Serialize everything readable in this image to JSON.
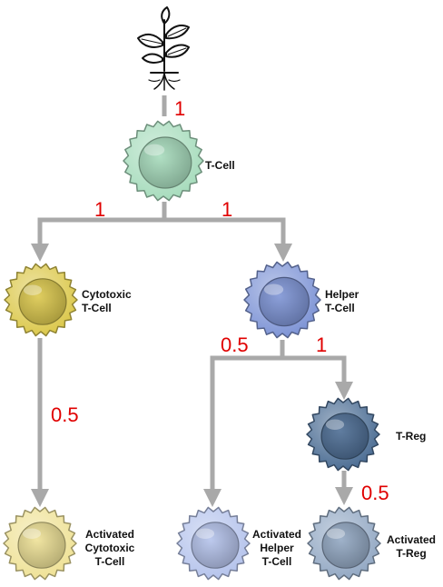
{
  "colors": {
    "edge": "#a9a9a9",
    "weight": "#e00000",
    "label": "#111111",
    "tcell": "#a8dcbd",
    "cytotoxic": "#dcc94e",
    "helper": "#7f95d6",
    "treg": "#4e6f95",
    "activated_cytotoxic": "#efe298",
    "activated_helper": "#b6c4ec",
    "activated_treg": "#94a9c4"
  },
  "nodes": {
    "root": {
      "icon": "plant-seedling-icon"
    },
    "tcell": {
      "label_lines": [
        "T-Cell"
      ]
    },
    "cytotoxic": {
      "label_lines": [
        "Cytotoxic",
        "T-Cell"
      ]
    },
    "helper": {
      "label_lines": [
        "Helper",
        "T-Cell"
      ]
    },
    "treg": {
      "label_lines": [
        "T-Reg"
      ]
    },
    "activated_cytotoxic": {
      "label_lines": [
        "Activated",
        "Cytotoxic",
        "T-Cell"
      ]
    },
    "activated_helper": {
      "label_lines": [
        "Activated",
        "Helper",
        "T-Cell"
      ]
    },
    "activated_treg": {
      "label_lines": [
        "Activated",
        "T-Reg"
      ]
    }
  },
  "edges": [
    {
      "from": "root",
      "to": "tcell",
      "weight": "1"
    },
    {
      "from": "tcell",
      "to": "cytotoxic",
      "weight": "1"
    },
    {
      "from": "tcell",
      "to": "helper",
      "weight": "1"
    },
    {
      "from": "cytotoxic",
      "to": "activated_cytotoxic",
      "weight": "0.5"
    },
    {
      "from": "helper",
      "to": "activated_helper",
      "weight": "0.5"
    },
    {
      "from": "helper",
      "to": "treg",
      "weight": "1"
    },
    {
      "from": "treg",
      "to": "activated_treg",
      "weight": "0.5"
    }
  ]
}
